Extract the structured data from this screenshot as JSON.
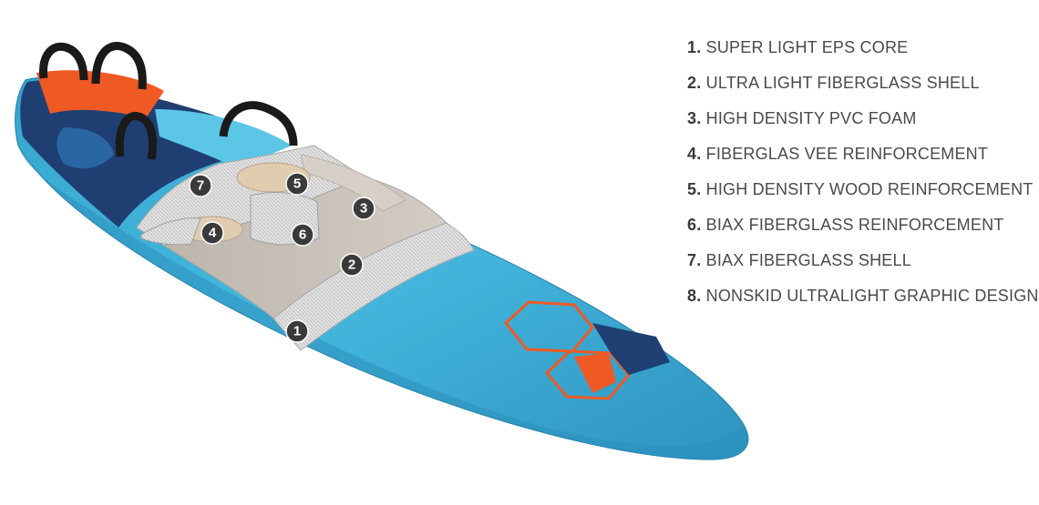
{
  "legend": {
    "items": [
      {
        "number": "1.",
        "label": "SUPER LIGHT EPS CORE"
      },
      {
        "number": "2.",
        "label": "ULTRA LIGHT FIBERGLASS SHELL"
      },
      {
        "number": "3.",
        "label": "HIGH DENSITY PVC FOAM"
      },
      {
        "number": "4.",
        "label": "FIBERGLAS VEE REINFORCEMENT"
      },
      {
        "number": "5.",
        "label": "HIGH DENSITY WOOD REINFORCEMENT"
      },
      {
        "number": "6.",
        "label": "BIAX FIBERGLASS REINFORCEMENT"
      },
      {
        "number": "7.",
        "label": "BIAX FIBERGLASS SHELL"
      },
      {
        "number": "8.",
        "label": "NONSKID ULTRALIGHT GRAPHIC DESIGN"
      }
    ]
  },
  "markers": [
    "1",
    "2",
    "3",
    "4",
    "5",
    "6",
    "7"
  ],
  "colors": {
    "board_blue": "#3fb4d9",
    "deck_navy": "#1f3f73",
    "accent_orange": "#ef5a24",
    "core_grey": "#c9c3bb",
    "marker": "#3a3a3a",
    "text": "#4a4a4a"
  }
}
